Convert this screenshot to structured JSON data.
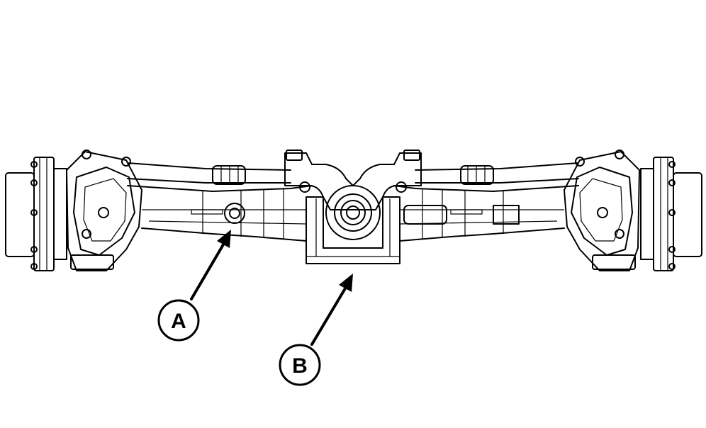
{
  "figure": {
    "callouts": [
      {
        "id": "A",
        "label": "A"
      },
      {
        "id": "B",
        "label": "B"
      }
    ]
  }
}
